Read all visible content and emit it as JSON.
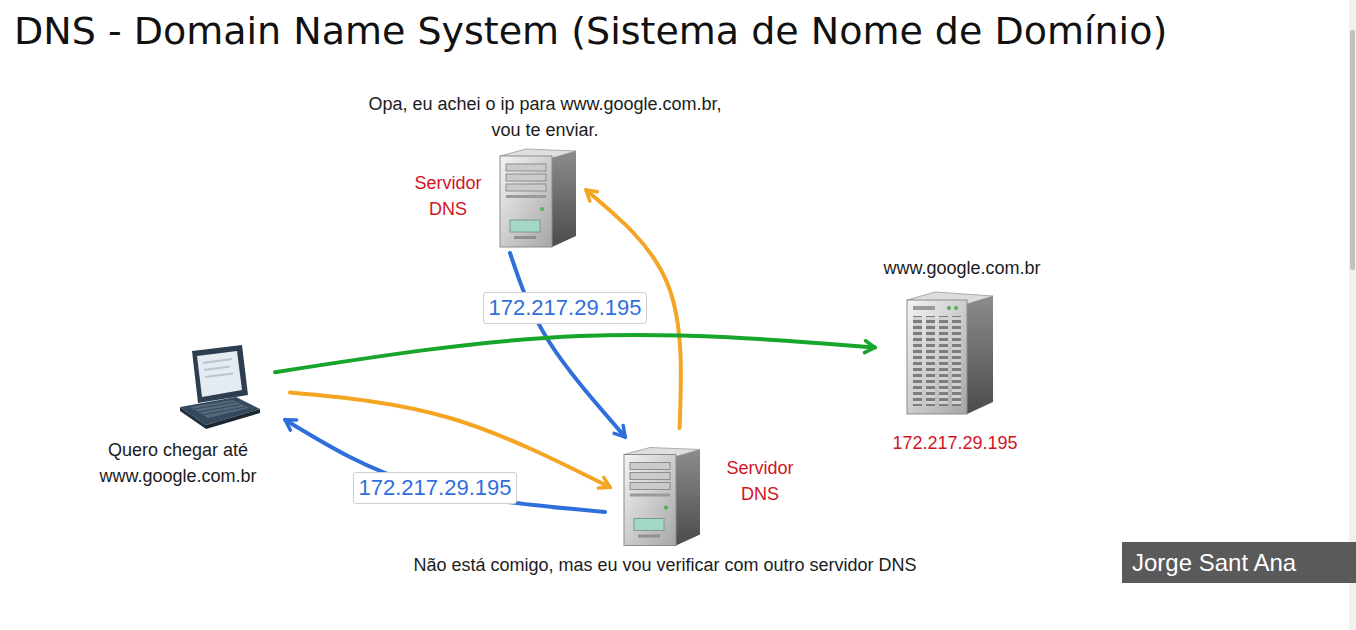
{
  "diagram": {
    "title": "DNS - Domain Name System (Sistema de Nome de Domínio)",
    "nodes": [
      {
        "text": [
          "Opa, eu achei o ip para www.google.com.br, vou te enviar.",
          "Servidor DNS"
        ]
      },
      {
        "text": [
          "www.google.com.br",
          "172.217.29.195"
        ]
      },
      {
        "text": [
          "Quero chegar até www.google.com.br"
        ]
      },
      {
        "text": [
          "Servidor DNS",
          "Não está comigo, mas eu vou verificar com outro servidor DNS"
        ]
      }
    ],
    "edges": [
      {
        "from": 2,
        "to": 3,
        "arrow": "to"
      },
      {
        "from": 3,
        "to": 0,
        "arrow": "to"
      },
      {
        "from": 0,
        "to": 3,
        "label": "172.217.29.195",
        "arrow": "to"
      },
      {
        "from": 3,
        "to": 2,
        "label": "172.217.29.195",
        "arrow": "to"
      },
      {
        "from": 2,
        "to": 1,
        "arrow": "to"
      }
    ],
    "labels": [
      "Jorge Sant Ana"
    ]
  }
}
